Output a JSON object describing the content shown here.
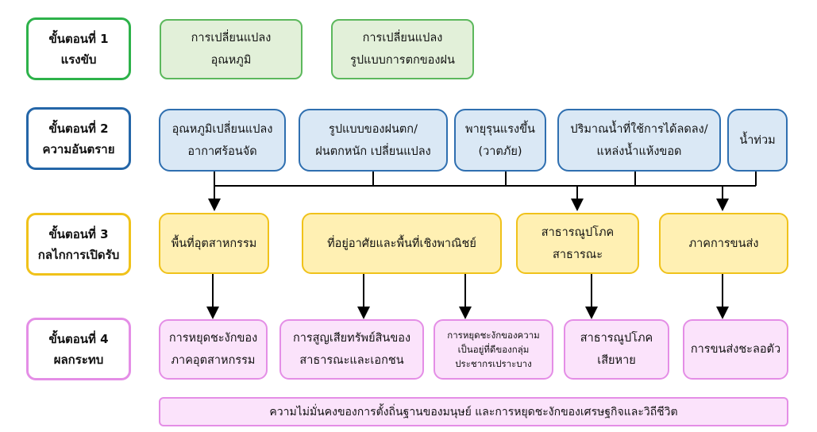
{
  "stages": [
    {
      "title": "ขั้นตอนที่ 1\nแรงขับ"
    },
    {
      "title": "ขั้นตอนที่ 2\nความอันตราย"
    },
    {
      "title": "ขั้นตอนที่ 3\nกลไกการเปิดรับ"
    },
    {
      "title": "ขั้นตอนที่ 4\nผลกระทบ"
    }
  ],
  "drivers": [
    "การเปลี่ยนแปลง\nอุณหภูมิ",
    "การเปลี่ยนแปลง\nรูปแบบการตกของฝน"
  ],
  "hazards": [
    "อุณหภูมิเปลี่ยนแปลง\nอากาศร้อนจัด",
    "รูปแบบของฝนตก/\nฝนตกหนัก เปลี่ยนแปลง",
    "พายุรุนแรงขึ้น\n(วาตภัย)",
    "ปริมาณน้ำที่ใช้การได้ลดลง/\nแหล่งน้ำแห้งขอด",
    "น้ำท่วม"
  ],
  "exposures": [
    "พื้นที่อุตสาหกรรม",
    "ที่อยู่อาศัยและพื้นที่เชิงพาณิชย์",
    "สาธารณูปโภค\nสาธารณะ",
    "ภาคการขนส่ง"
  ],
  "impacts": [
    "การหยุดชะงักของ\nภาคอุตสาหกรรม",
    "การสูญเสียทรัพย์สินของ\nสาธารณะและเอกชน",
    "การหยุดชะงักของความ\nเป็นอยู่ที่ดีของกลุ่ม\nประชากรเปราะบาง",
    "สาธารณูปโภค\nเสียหาย",
    "การขนส่งชะลอตัว"
  ],
  "bottom": "ความไม่มั่นคงของการตั้งถิ่นฐานของมนุษย์ และการหยุดชะงักของเศรษฐกิจและวิถีชีวิต"
}
